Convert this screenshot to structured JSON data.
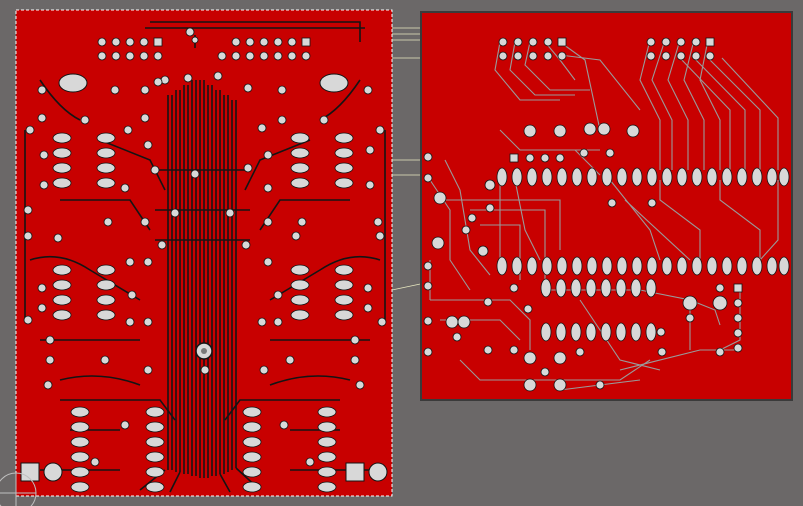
{
  "app": {
    "view": "pcb-layout-editor"
  },
  "colors": {
    "workspace": "#6b6868",
    "copper": "#c80000",
    "trace": "#141414",
    "trace_alt": "#9a9a9a",
    "pad": "#d8d8d8",
    "pad_hole": "#7a7a7a",
    "board_outline": "#3a3a3a",
    "selection_dash": "#ffffff",
    "ratsnest": "#e8e8c0"
  },
  "boards": [
    {
      "id": "board-left",
      "label": ""
    },
    {
      "id": "board-right",
      "label": ""
    }
  ],
  "icons": [
    "origin-crosshair-icon"
  ]
}
